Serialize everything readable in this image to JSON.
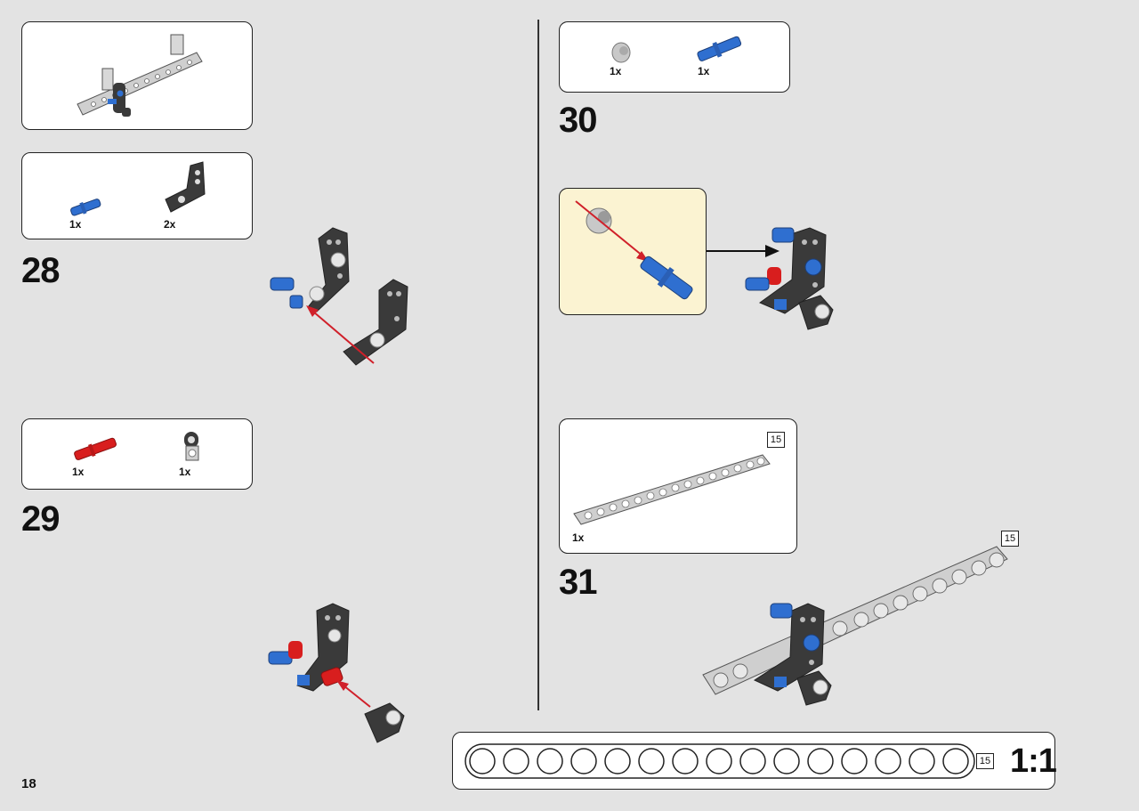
{
  "page": {
    "number": "18",
    "background": "#e3e3e3"
  },
  "colors": {
    "blue_pin": "#2f6fd0",
    "red_pin": "#d81e1e",
    "dark_grey": "#3a3a3a",
    "light_grey": "#cfcfcf",
    "arrow_red": "#d0202a",
    "callout_yellow": "#fbf3d2"
  },
  "icons": [
    "assembly-preview-icon",
    "blue-pin-icon",
    "l-beam-icon",
    "red-axle-pin-icon",
    "pin-connector-icon",
    "bush-icon",
    "beam-15-icon"
  ],
  "steps": [
    {
      "number": "28",
      "parts": [
        {
          "name": "blue-pin",
          "qty": "1x"
        },
        {
          "name": "l-beam",
          "qty": "2x"
        }
      ]
    },
    {
      "number": "29",
      "parts": [
        {
          "name": "red-axle-pin",
          "qty": "1x"
        },
        {
          "name": "pin-connector",
          "qty": "1x"
        }
      ]
    },
    {
      "number": "30",
      "parts": [
        {
          "name": "bush",
          "qty": "1x"
        },
        {
          "name": "blue-pin",
          "qty": "1x"
        }
      ]
    },
    {
      "number": "31",
      "parts": [
        {
          "name": "beam-15",
          "qty": "1x",
          "length": "15"
        }
      ],
      "length_badge": "15"
    }
  ],
  "ruler": {
    "length_label": "15",
    "scale": "1:1",
    "holes": 15
  }
}
